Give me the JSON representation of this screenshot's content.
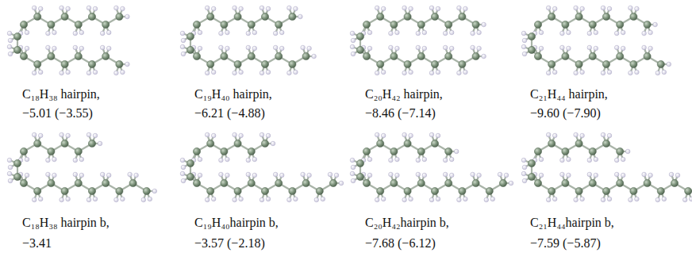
{
  "diagram": {
    "labels": [
      "C₁₈H₃₈ hairpin,",
      "−5.01 (−3.55)",
      "C₁₉H₄₀ hairpin,",
      "−6.21 (−4.88)",
      "C₂₀H₄₂ hairpin,",
      "−8.46 (−7.14)",
      "C₂₁H₄₄ hairpin,",
      "−9.60 (−7.90)",
      "C₁₈H₃₈ hairpin b,",
      "−3.41",
      "C₁₉H₄₀hairpin b,",
      "−3.57 (−2.18)",
      "C₂₀H₄₂hairpin b,",
      "−7.68 (−6.12)",
      "C₂₁H₄₄hairpin b,",
      "−7.59 (−5.87)"
    ]
  }
}
